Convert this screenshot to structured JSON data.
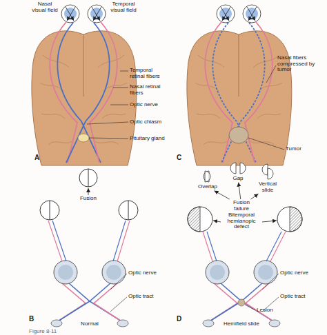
{
  "diagram": {
    "caption": "Figure 8-11",
    "nodes": [
      {
        "text": [
          "Overlap"
        ]
      },
      {
        "text": [
          "Gap"
        ]
      },
      {
        "text": [
          "Vertical slide"
        ]
      },
      {
        "text": [
          "Fusion failure"
        ]
      }
    ],
    "edges": [
      {
        "from": 3,
        "to": 0,
        "arrow": "to"
      },
      {
        "from": 3,
        "to": 1,
        "arrow": "to"
      },
      {
        "from": 3,
        "to": 2,
        "arrow": "to"
      }
    ],
    "labels": [
      "Nasal visual field",
      "Temporal visual field",
      "Temporal retinal fibers",
      "Nasal retinal fibers",
      "Optic nerve",
      "Optic chiasm",
      "Pituitary gland",
      "A",
      "Nasal fibers compressed by tumor",
      "Tumor",
      "C",
      "Fusion",
      "Optic nerve",
      "Optic tract",
      "B",
      "Normal",
      "Bitemporal hemianopic defect",
      "Optic nerve",
      "Optic tract",
      "Lesion",
      "D",
      "Hemifield slide"
    ]
  }
}
